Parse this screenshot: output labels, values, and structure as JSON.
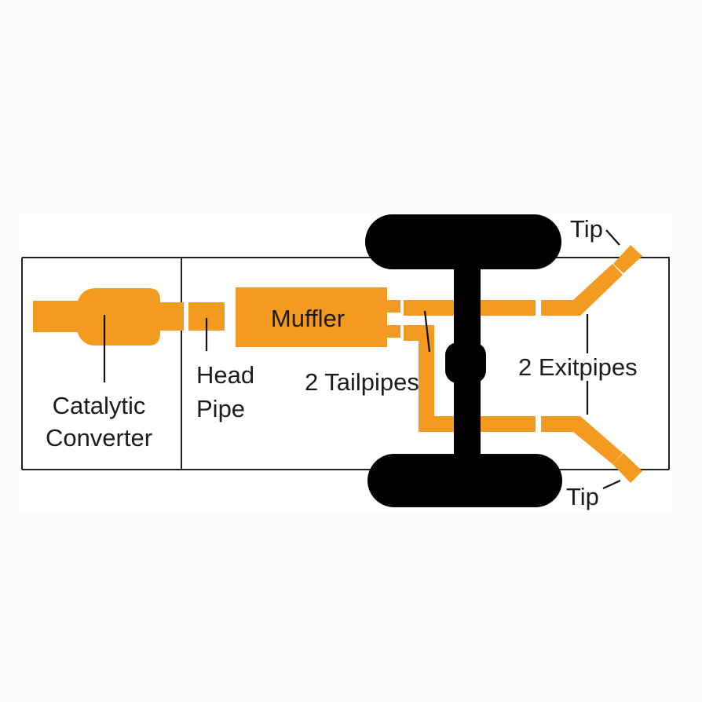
{
  "diagram": {
    "labels": {
      "catalytic_converter": [
        "Catalytic",
        "Converter"
      ],
      "head_pipe": [
        "Head",
        "Pipe"
      ],
      "muffler": "Muffler",
      "tailpipes": "2 Tailpipes",
      "exitpipes": "2 Exitpipes",
      "tip_top": "Tip",
      "tip_bottom": "Tip"
    },
    "colors": {
      "pipe": "#f39a21",
      "axle_wheels": "#000000",
      "outline": "#222222",
      "panel": "#ffffff",
      "background": "#fcfafa"
    }
  }
}
